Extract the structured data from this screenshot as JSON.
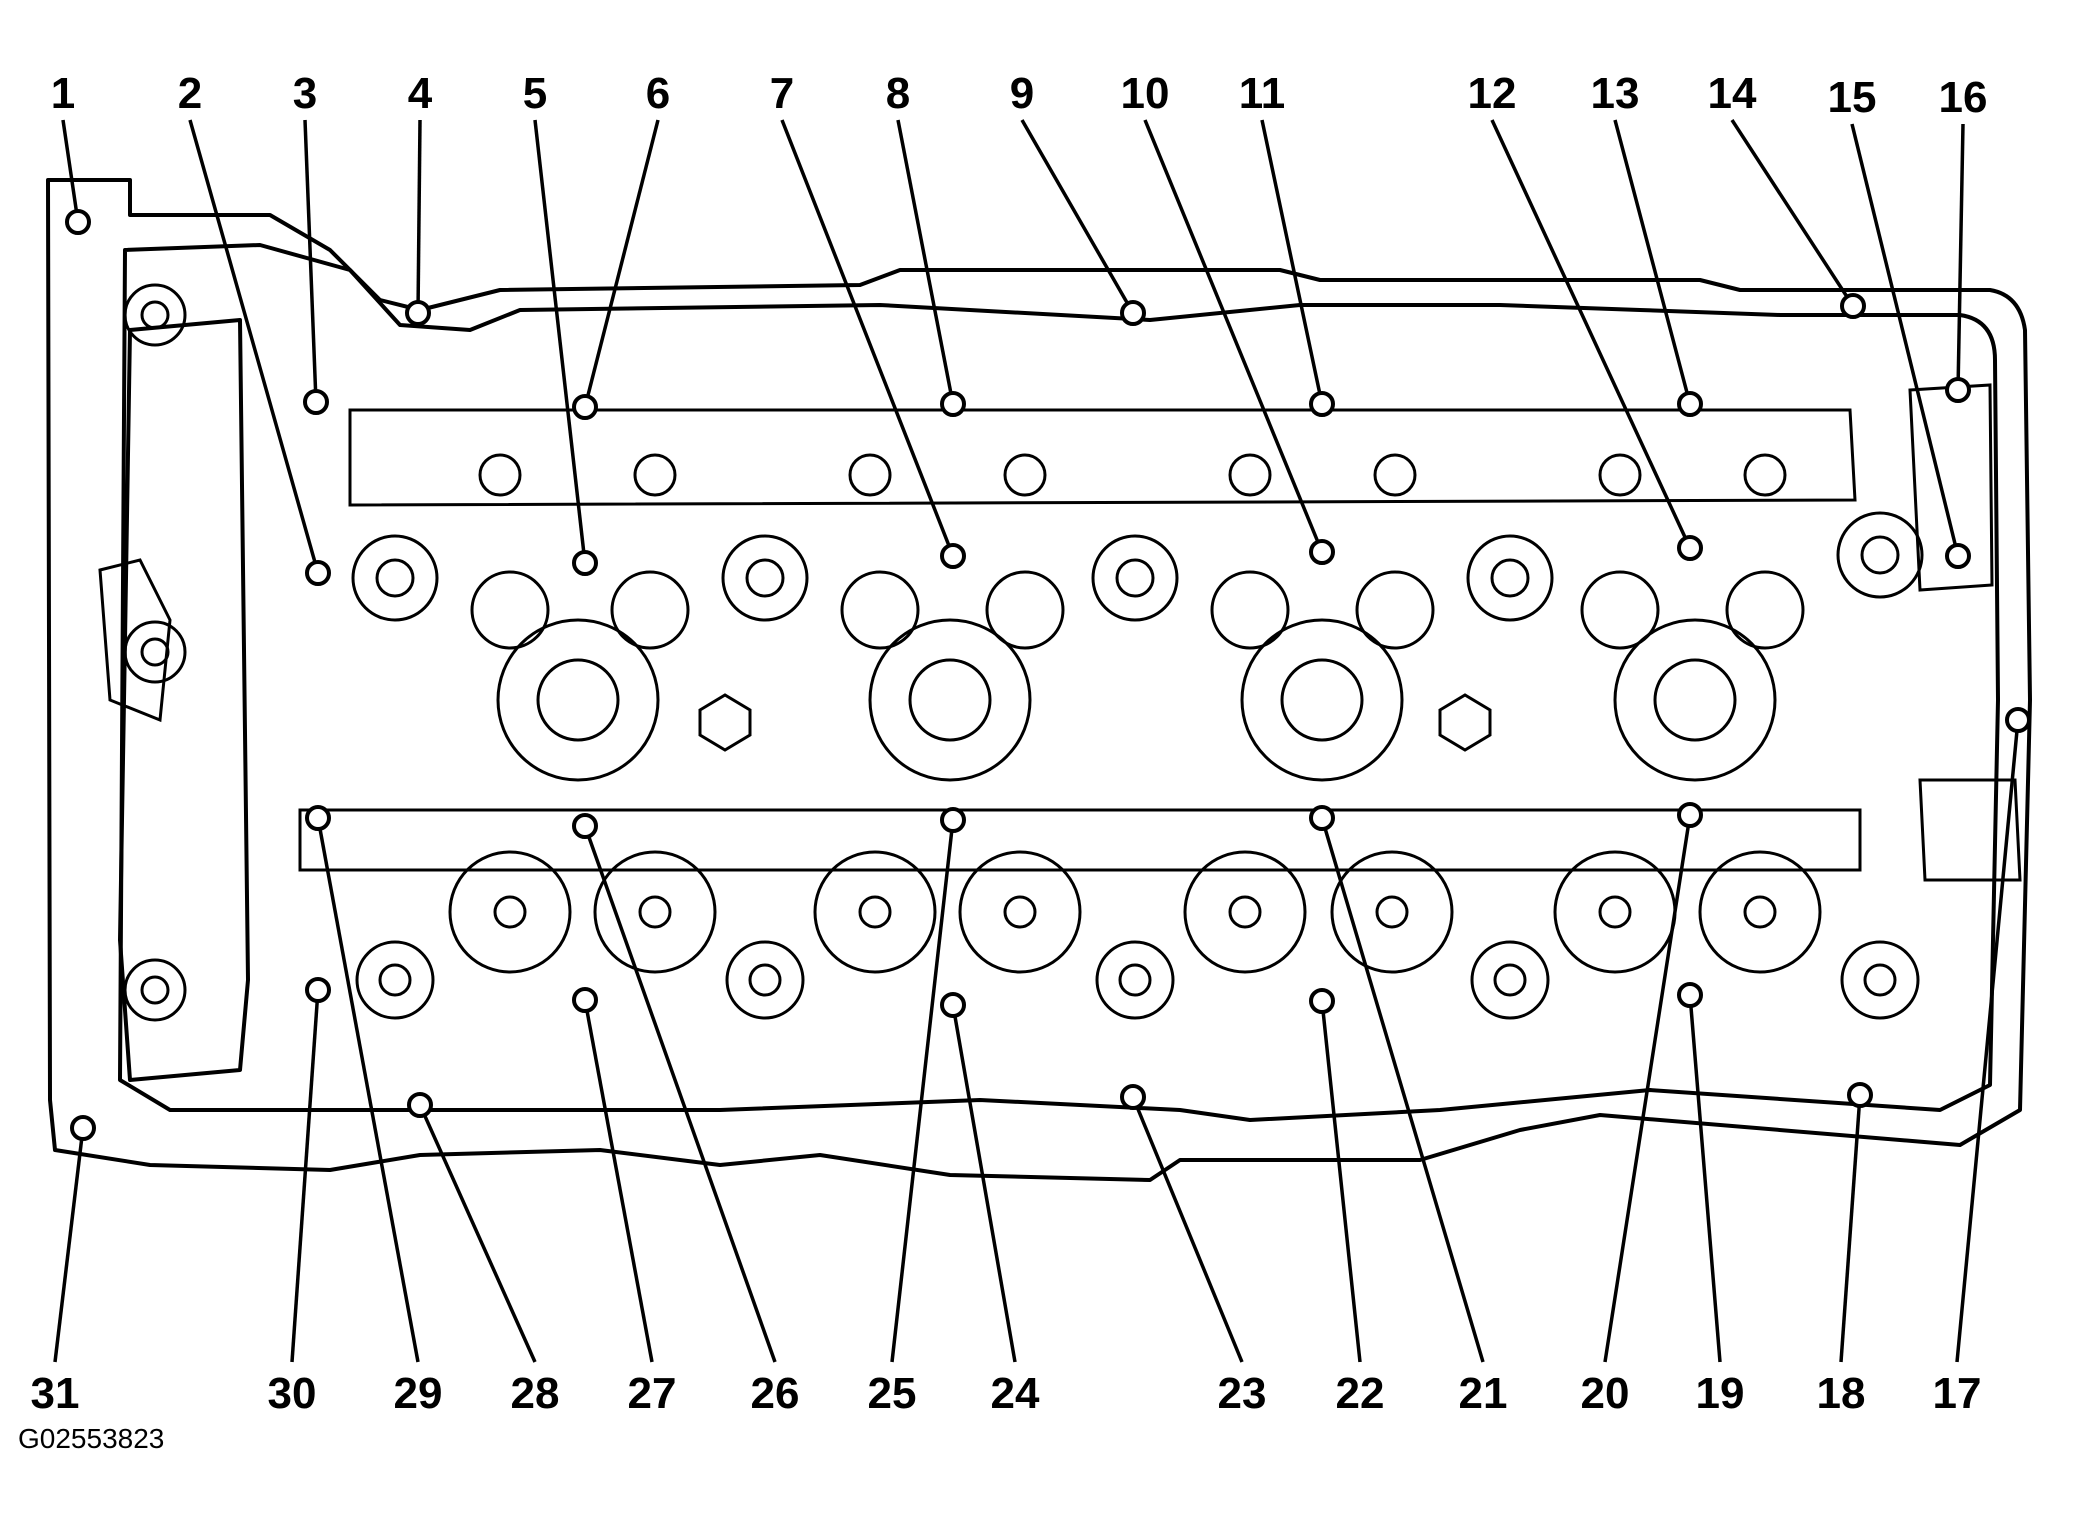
{
  "callouts": [
    {
      "label": "1"
    },
    {
      "label": "2"
    },
    {
      "label": "3"
    },
    {
      "label": "4"
    },
    {
      "label": "5"
    },
    {
      "label": "6"
    },
    {
      "label": "7"
    },
    {
      "label": "8"
    },
    {
      "label": "9"
    },
    {
      "label": "10"
    },
    {
      "label": "11"
    },
    {
      "label": "12"
    },
    {
      "label": "13"
    },
    {
      "label": "14"
    },
    {
      "label": "15"
    },
    {
      "label": "16"
    },
    {
      "label": "17"
    },
    {
      "label": "18"
    },
    {
      "label": "19"
    },
    {
      "label": "20"
    },
    {
      "label": "21"
    },
    {
      "label": "22"
    },
    {
      "label": "23"
    },
    {
      "label": "24"
    },
    {
      "label": "25"
    },
    {
      "label": "26"
    },
    {
      "label": "27"
    },
    {
      "label": "28"
    },
    {
      "label": "29"
    },
    {
      "label": "30"
    },
    {
      "label": "31"
    }
  ],
  "figure_code": "G02553823"
}
